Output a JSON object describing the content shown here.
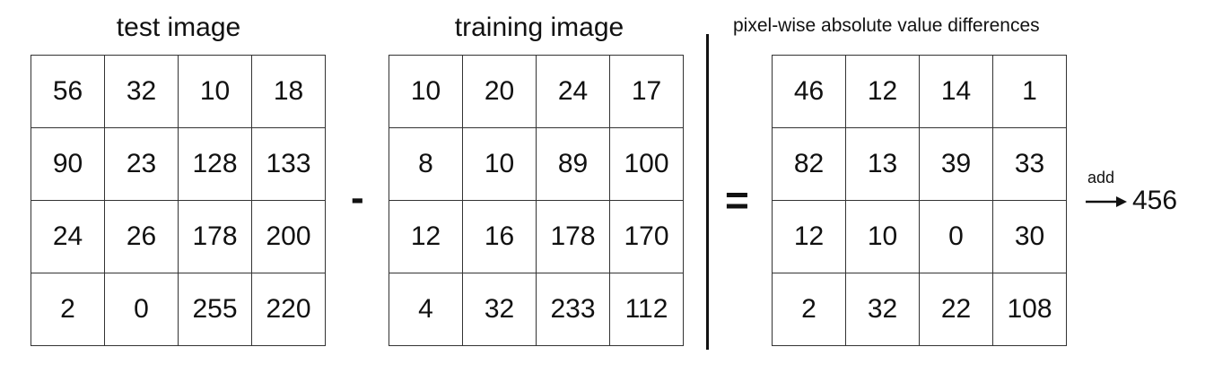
{
  "test_image": {
    "title": "test image",
    "rows": [
      [
        "56",
        "32",
        "10",
        "18"
      ],
      [
        "90",
        "23",
        "128",
        "133"
      ],
      [
        "24",
        "26",
        "178",
        "200"
      ],
      [
        "2",
        "0",
        "255",
        "220"
      ]
    ]
  },
  "minus_sign": "-",
  "training_image": {
    "title": "training image",
    "rows": [
      [
        "10",
        "20",
        "24",
        "17"
      ],
      [
        "8",
        "10",
        "89",
        "100"
      ],
      [
        "12",
        "16",
        "178",
        "170"
      ],
      [
        "4",
        "32",
        "233",
        "112"
      ]
    ]
  },
  "equals_sign": "=",
  "differences": {
    "title": "pixel-wise absolute value differences",
    "rows": [
      [
        "46",
        "12",
        "14",
        "1"
      ],
      [
        "82",
        "13",
        "39",
        "33"
      ],
      [
        "12",
        "10",
        "0",
        "30"
      ],
      [
        "2",
        "32",
        "22",
        "108"
      ]
    ]
  },
  "sum": {
    "label": "add",
    "value": "456"
  }
}
